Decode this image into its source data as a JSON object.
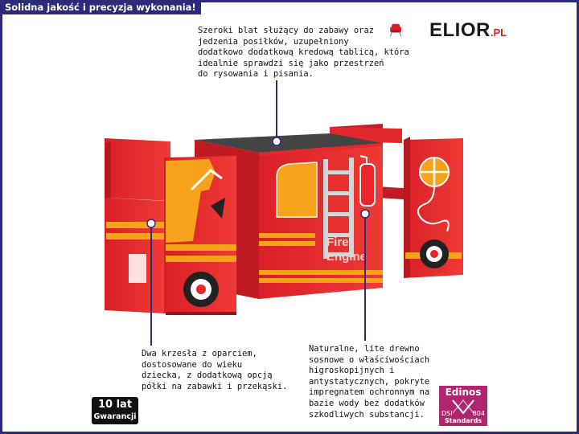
{
  "banner": {
    "text": "Solidna jakość i precyzja wykonania!"
  },
  "brand": {
    "name": "ELIOR",
    "suffix": ".PL",
    "icon": "armchair-icon",
    "accent": "#d71e2a"
  },
  "product_print": {
    "line1": "Fire",
    "line2": "Engine"
  },
  "callouts": {
    "top": "Szeroki blat służący do zabawy oraz\njedzenia posiłków, uzupełniony\ndodatkowo dodatkową kredową tablicą, która\nidealnie sprawdzi się jako przestrzeń\ndo rysowania i pisania.",
    "left": "Dwa krzesła z oparciem,\ndostosowane do wieku\ndziecka, z dodatkową opcją\npółki na zabawki i przekąski.",
    "right": "Naturalne, lite drewno\nsosnowe o właściwościach\nhigroskopijnych i\nantystatycznych, pokryte\nimpregnatem ochronnym na\nbazie wody bez dodatków\nszkodliwych substancji."
  },
  "warranty": {
    "line1": "10 lat",
    "line2": "Gwarancji"
  },
  "certificate": {
    "name": "Edinos",
    "code1": "DSI",
    "code2": "804",
    "label": "Standards"
  },
  "colors": {
    "frame": "#2e2a7a",
    "red": "#e8262b",
    "orange": "#f6a31b",
    "certificate": "#b0266e"
  }
}
